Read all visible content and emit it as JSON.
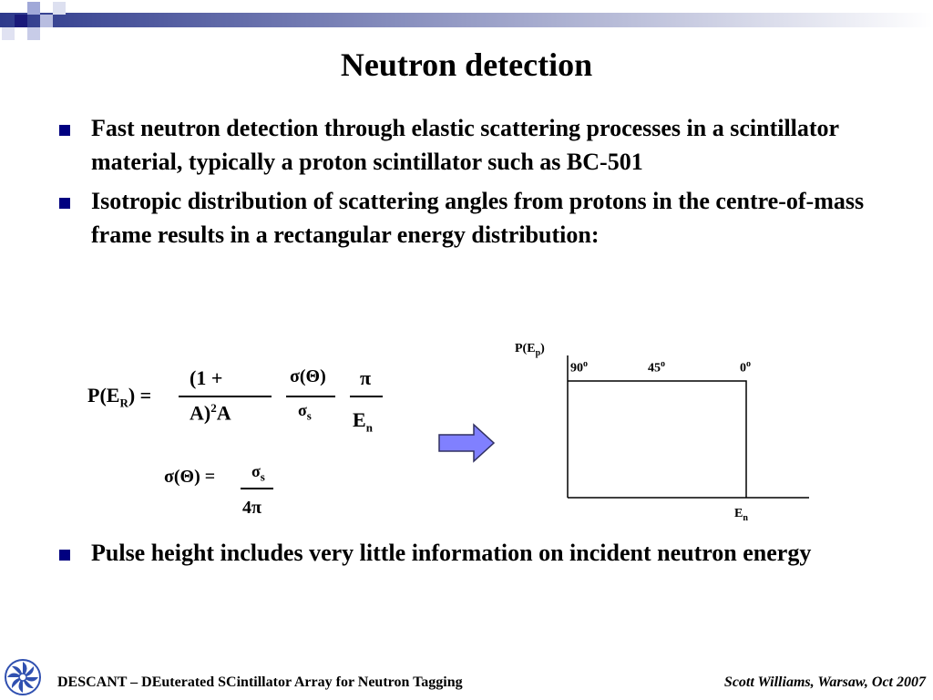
{
  "slide": {
    "title": "Neutron detection",
    "bullets": [
      "Fast neutron detection through elastic scattering processes in a scintillator material, typically a proton scintillator such as BC-501",
      "Isotropic distribution of scattering angles from protons in the centre-of-mass frame results in a rectangular energy distribution:",
      "Pulse height includes very little information on incident neutron energy"
    ],
    "bullet_color": "#000080"
  },
  "equation1": {
    "lhs": "P(E",
    "lhs_sub": "R",
    "lhs_end": ") =",
    "frac1_num": "(1 +",
    "frac1_den": "A)",
    "frac1_den_sup": "2",
    "frac1_den2": "A",
    "frac2_num": "σ(Θ)",
    "frac2_den": "σ",
    "frac2_den_sub": "s",
    "frac3_num": "π",
    "frac3_den": "E",
    "frac3_den_sub": "n"
  },
  "equation2": {
    "lhs": "σ(Θ) =",
    "num": "σ",
    "num_sub": "s",
    "den": "4π"
  },
  "plot": {
    "ylabel": "P(E",
    "ylabel_sub": "p",
    "ylabel_end": ")",
    "angle_labels": [
      {
        "value": "90",
        "sup": "o"
      },
      {
        "value": "45",
        "sup": "o"
      },
      {
        "value": "0",
        "sup": "o"
      }
    ],
    "xlabel": "E",
    "xlabel_sub": "n"
  },
  "arrow_color": "#8080ff",
  "footer": {
    "left": "DESCANT – DEuterated SCintillator Array for Neutron Tagging",
    "right": "Scott Williams, Warsaw, Oct 2007"
  }
}
